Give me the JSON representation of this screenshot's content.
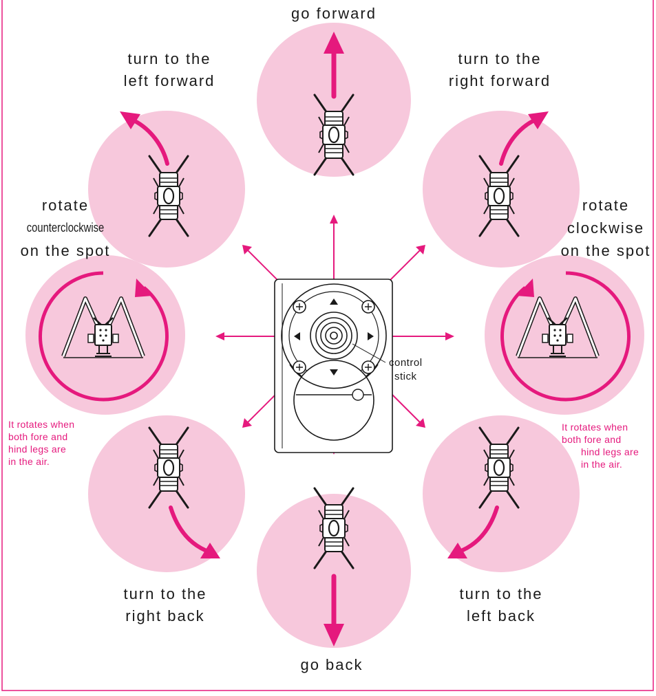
{
  "colors": {
    "circle_fill": "#f7c8dc",
    "accent": "#e5197d",
    "border": "#e5197d",
    "ink": "#1a1a1a"
  },
  "labels": {
    "forward": "go forward",
    "left_forward": [
      "turn to the",
      "left forward"
    ],
    "right_forward": [
      "turn to the",
      "right forward"
    ],
    "ccw": [
      "rotate",
      "counterclockwise",
      "on the spot"
    ],
    "cw": [
      "rotate",
      "clockwise",
      "on the spot"
    ],
    "right_back": [
      "turn to the",
      "right back"
    ],
    "left_back": [
      "turn to the",
      "left back"
    ],
    "back": "go back"
  },
  "notes": {
    "left": [
      "It rotates when",
      "both fore and",
      "hind legs are",
      "in the air."
    ],
    "right": [
      "It rotates when",
      "both fore and",
      "hind legs are",
      "in the air."
    ]
  },
  "controller": {
    "callout": [
      "control",
      "stick"
    ]
  },
  "icons": {
    "robot_top": "hexapod-robot-top-view-icon",
    "robot_side": "hexapod-robot-side-view-icon",
    "controller": "joystick-controller-icon"
  }
}
